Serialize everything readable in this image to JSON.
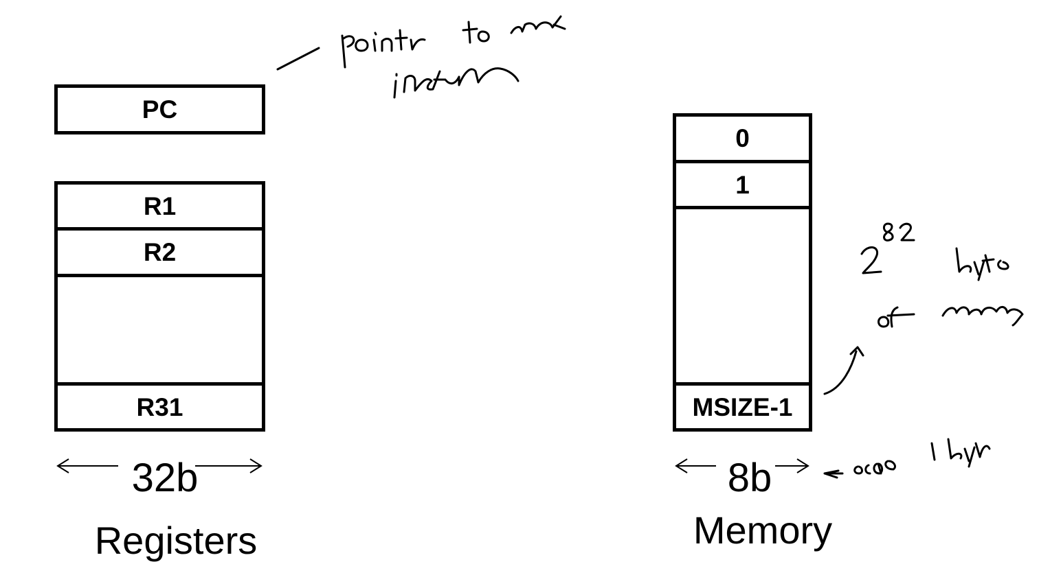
{
  "registers": {
    "pc_label": "PC",
    "r1_label": "R1",
    "r2_label": "R2",
    "r31_label": "R31",
    "width_label": "32b",
    "caption": "Registers"
  },
  "memory": {
    "cell0_label": "0",
    "cell1_label": "1",
    "last_label": "MSIZE-1",
    "width_label": "8b",
    "caption": "Memory"
  },
  "handwritten_notes": {
    "pc_note": "points to next instruction",
    "memory_size_note": "2^32 bytes of memory",
    "cell_size_note": "each 1 byte"
  },
  "colors": {
    "ink": "#000000",
    "background": "#ffffff"
  }
}
